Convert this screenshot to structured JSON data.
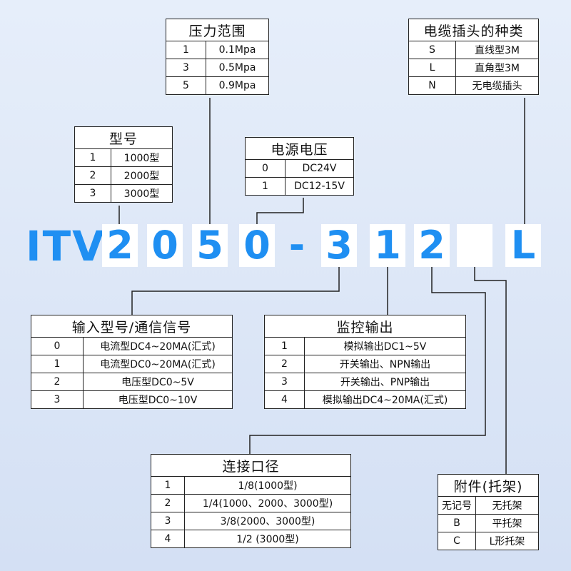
{
  "code": {
    "prefix": "ITV",
    "chars": [
      "2",
      "0",
      "5",
      "0",
      "3",
      "1",
      "2",
      "",
      "L"
    ],
    "dash": "-",
    "accent": "#1f8ff2"
  },
  "tables": {
    "pressure": {
      "title": "压力范围",
      "rows": [
        {
          "k": "1",
          "v": "0.1Mpa"
        },
        {
          "k": "3",
          "v": "0.5Mpa"
        },
        {
          "k": "5",
          "v": "0.9Mpa"
        }
      ]
    },
    "cable": {
      "title": "电缆插头的种类",
      "rows": [
        {
          "k": "S",
          "v": "直线型3M"
        },
        {
          "k": "L",
          "v": "直角型3M"
        },
        {
          "k": "N",
          "v": "无电缆插头"
        }
      ]
    },
    "model": {
      "title": "型号",
      "rows": [
        {
          "k": "1",
          "v": "1000型"
        },
        {
          "k": "2",
          "v": "2000型"
        },
        {
          "k": "3",
          "v": "3000型"
        }
      ]
    },
    "power": {
      "title": "电源电压",
      "rows": [
        {
          "k": "0",
          "v": "DC24V"
        },
        {
          "k": "1",
          "v": "DC12-15V"
        }
      ]
    },
    "input": {
      "title": "输入型号/通信信号",
      "rows": [
        {
          "k": "0",
          "v": "电流型DC4~20MA(汇式)"
        },
        {
          "k": "1",
          "v": "电流型DC0~20MA(汇式)"
        },
        {
          "k": "2",
          "v": "电压型DC0~5V"
        },
        {
          "k": "3",
          "v": "电压型DC0~10V"
        }
      ]
    },
    "monitor": {
      "title": "监控输出",
      "rows": [
        {
          "k": "1",
          "v": "模拟输出DC1~5V"
        },
        {
          "k": "2",
          "v": "开关输出、NPN输出"
        },
        {
          "k": "3",
          "v": "开关输出、PNP输出"
        },
        {
          "k": "4",
          "v": "模拟输出DC4~20MA(汇式)"
        }
      ]
    },
    "port": {
      "title": "连接口径",
      "rows": [
        {
          "k": "1",
          "v": "1/8(1000型)"
        },
        {
          "k": "2",
          "v": "1/4(1000、2000、3000型)"
        },
        {
          "k": "3",
          "v": "3/8(2000、3000型)"
        },
        {
          "k": "4",
          "v": "1/2 (3000型)"
        }
      ]
    },
    "bracket": {
      "title": "附件(托架)",
      "rows": [
        {
          "k": "无记号",
          "v": "无托架"
        },
        {
          "k": "B",
          "v": "平托架"
        },
        {
          "k": "C",
          "v": "L形托架"
        }
      ]
    }
  }
}
